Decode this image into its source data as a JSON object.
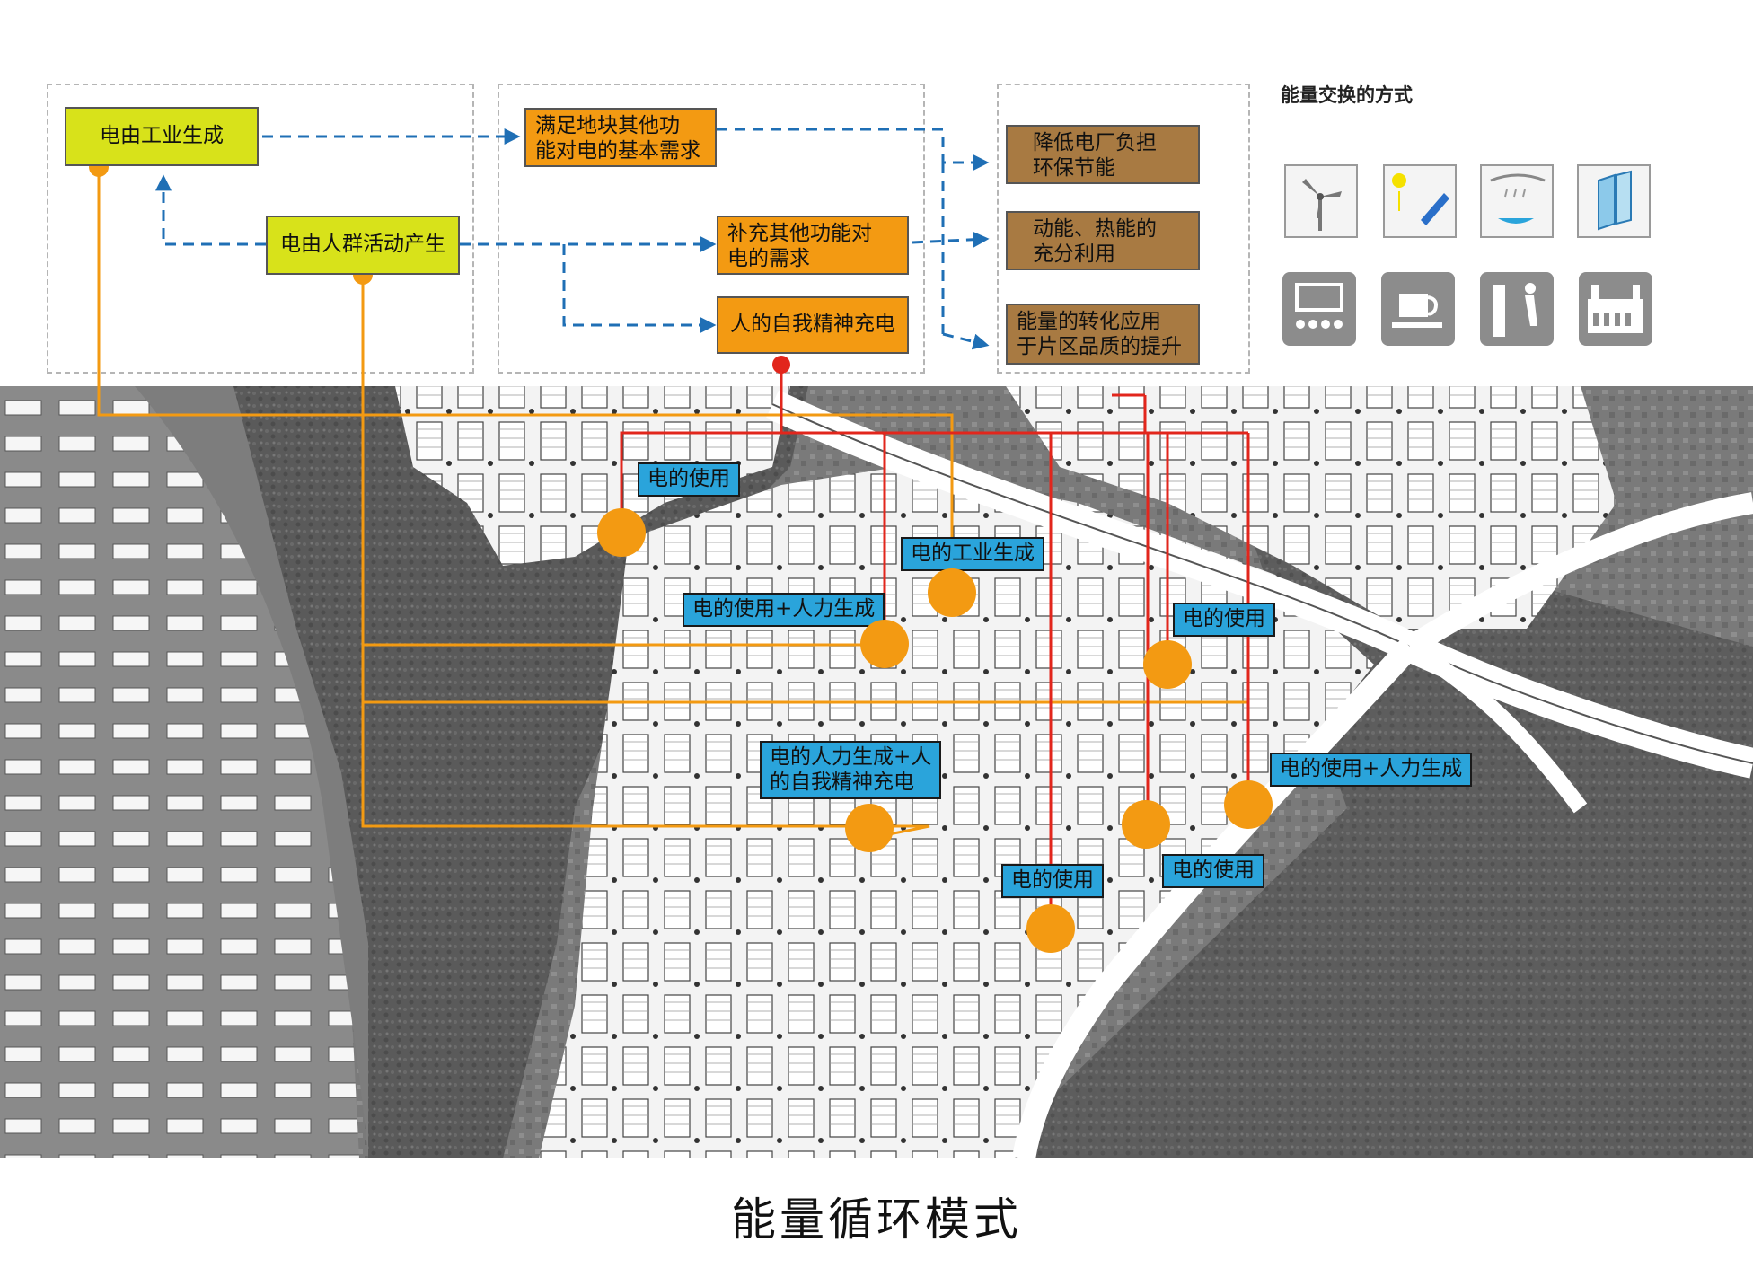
{
  "diagram": {
    "legend_title": "能量交换的方式",
    "footer_title": "能量循环模式",
    "sources": {
      "industrial": "电由工业生成",
      "crowd": "电由人群活动产生"
    },
    "needs": {
      "basic": [
        "满足地块其他功",
        "能对电的基本需求"
      ],
      "supplement": [
        "补充其他功能对",
        "电的需求"
      ],
      "recharge": "人的自我精神充电"
    },
    "outcomes": {
      "plant": [
        "降低电厂负担",
        "环保节能"
      ],
      "energy": [
        "动能、热能的",
        "充分利用"
      ],
      "quality": [
        "能量的转化应用",
        "于片区品质的提升"
      ]
    },
    "map_tags": {
      "t1": "电的使用",
      "t2": "电的工业生成",
      "t3": [
        "电的使用+人力生成"
      ],
      "t4": "电的使用",
      "t5": [
        "电的人力生成+人",
        "的自我精神充电"
      ],
      "t6": "电的使用+人力生成",
      "t7": "电的使用",
      "t8": "电的使用"
    },
    "colors": {
      "flow_blue": "#1f6fb5",
      "orange_line": "#f39a12",
      "red_line": "#e2261c",
      "tag_blue": "#2aa4db"
    },
    "icons": [
      "wind-turbine-icon",
      "solar-panel-icon",
      "rain-collector-icon",
      "glass-panel-icon",
      "theater-icon",
      "coffee-cup-icon",
      "drinking-fountain-icon",
      "building-facade-icon"
    ]
  }
}
